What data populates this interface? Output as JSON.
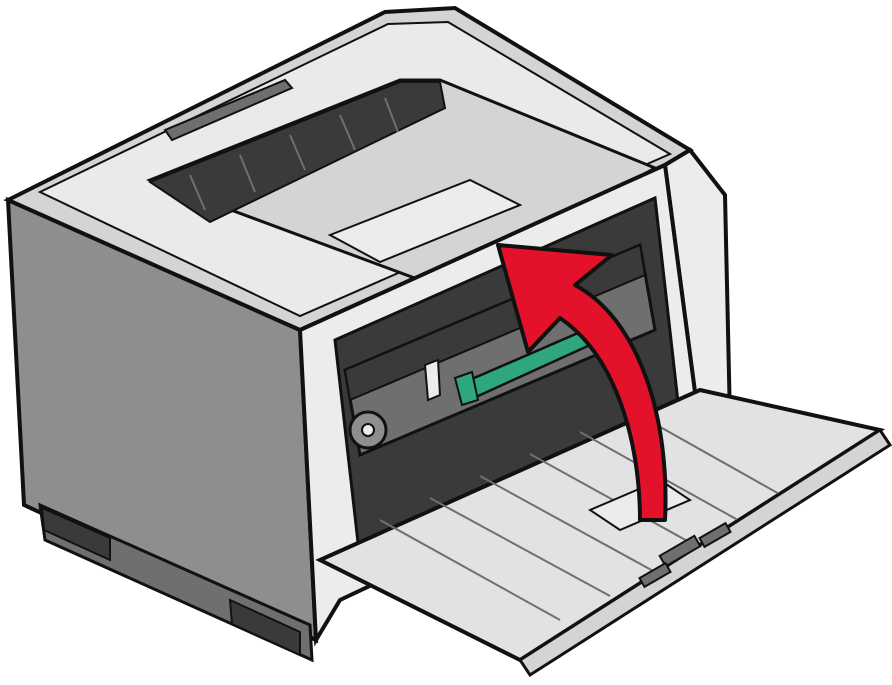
{
  "illustration": {
    "subject": "printer-front-door-open-with-toner-cartridge",
    "arrow": {
      "meaning": "close-front-door",
      "direction": "up"
    }
  },
  "colors": {
    "outline": "#111111",
    "body_gray": "#8e8e8e",
    "body_dark": "#6f6f6f",
    "top_light": "#d4d4d4",
    "panel_light": "#ececec",
    "interior_dark": "#3a3a3a",
    "door_inner": "#e2e2e2",
    "handle_green": "#2ea77f",
    "arrow_red": "#e3122a"
  }
}
